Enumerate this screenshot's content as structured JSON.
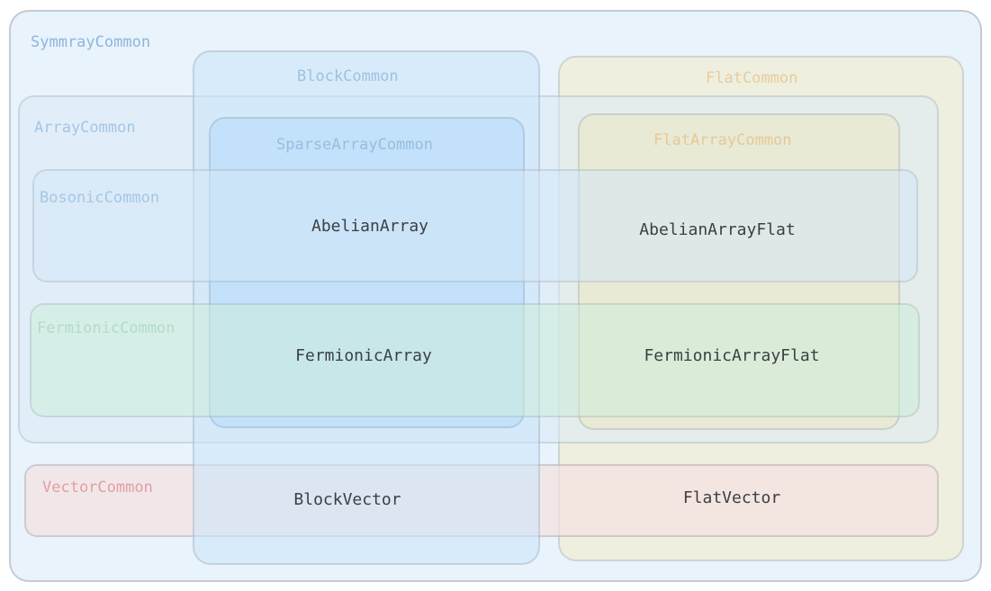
{
  "groups": {
    "symmray": {
      "label": "SymmrayCommon",
      "fill": "#e6f2fc",
      "text_color": "#7aa9d6"
    },
    "block": {
      "label": "BlockCommon",
      "fill": "#cde6fa",
      "text_color": "#6fa0cf"
    },
    "flat": {
      "label": "FlatCommon",
      "fill": "#f2eecd",
      "text_color": "#eab15a"
    },
    "array": {
      "label": "ArrayCommon",
      "fill": "#dcebf7",
      "text_color": "#6fa0cf"
    },
    "sparse_array": {
      "label": "SparseArrayCommon",
      "fill": "#b9dcfb",
      "text_color": "#6fa0cf"
    },
    "flat_array": {
      "label": "FlatArrayCommon",
      "fill": "#ece9c8",
      "text_color": "#eab15a"
    },
    "bosonic": {
      "label": "BosonicCommon",
      "fill": "#d4e8f8",
      "text_color": "#6fa0cf"
    },
    "fermionic": {
      "label": "FermionicCommon",
      "fill": "#cdeed8",
      "text_color": "#86c99b"
    },
    "vector": {
      "label": "VectorCommon",
      "fill": "#f6e2e0",
      "text_color": "#e07a80"
    }
  },
  "classes": {
    "abelian_array": "AbelianArray",
    "abelian_array_flat": "AbelianArrayFlat",
    "fermionic_array": "FermionicArray",
    "fermionic_array_flat": "FermionicArrayFlat",
    "block_vector": "BlockVector",
    "flat_vector": "FlatVector"
  }
}
